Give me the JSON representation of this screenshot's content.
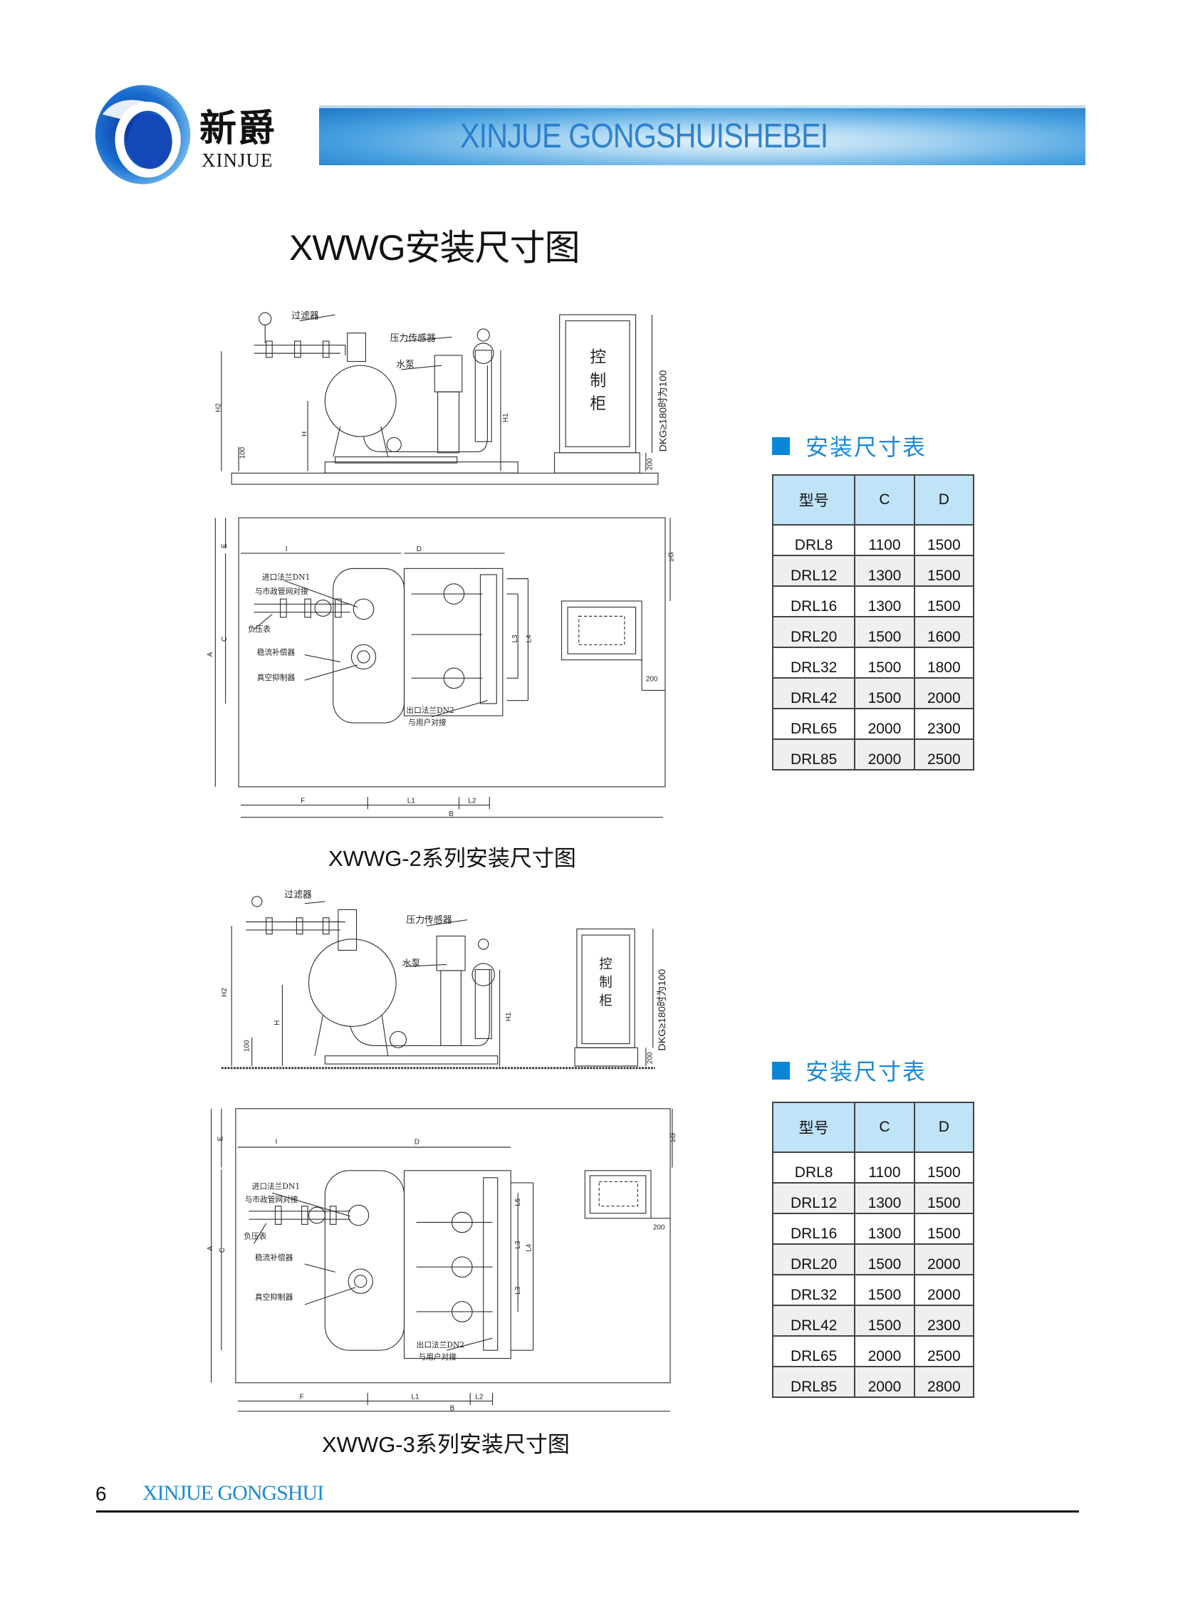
{
  "header": {
    "brand_cn": "新爵",
    "brand_en": "XINJUE",
    "banner_text": "XINJUE GONGSHUISHEBEI"
  },
  "page_title": "XWWG安装尺寸图",
  "diagram1": {
    "elevation": {
      "filter": "过滤器",
      "pressure_sensor": "压力传感器",
      "pump": "水泵",
      "cabinet": [
        "控",
        "制",
        "柜"
      ],
      "dkg_note": "DKG≥180时为100",
      "dims": {
        "h2": "H2",
        "h": "H",
        "h1": "H1",
        "d100": "100",
        "d200": "200"
      }
    },
    "plan": {
      "inlet_flange": "进口法兰DN1",
      "inlet_connect": "与市政管网对接",
      "vacuum_gauge": "负压表",
      "stabilizer": "稳流补偿器",
      "vacuum_suppressor": "真空抑制器",
      "outlet_flange": "出口法兰DN2",
      "outlet_connect": "与用户对接",
      "dims": {
        "i": "I",
        "d": "D",
        "e": "E",
        "c": "C",
        "a": "A",
        "g": "≥G",
        "l3": "L3",
        "l4": "L4",
        "d200": "200",
        "f": "F",
        "l1": "L1",
        "l2": "L2",
        "b": "B"
      }
    },
    "caption": "XWWG-2系列安装尺寸图"
  },
  "diagram2": {
    "elevation": {
      "filter": "过滤器",
      "pressure_sensor": "压力传感器",
      "pump": "水泵",
      "cabinet": [
        "控",
        "制",
        "柜"
      ],
      "dkg_note": "DKG≥180时为100",
      "dims": {
        "h2": "H2",
        "h": "H",
        "h1": "H1",
        "d100": "100",
        "d200": "200"
      }
    },
    "plan": {
      "inlet_flange": "进口法兰DN1",
      "inlet_connect": "与市政管网对接",
      "vacuum_gauge": "负压表",
      "stabilizer": "稳流补偿器",
      "vacuum_suppressor": "真空抑制器",
      "outlet_flange": "出口法兰DN2",
      "outlet_connect": "与用户对接",
      "dims": {
        "i": "I",
        "d": "D",
        "e": "E",
        "c": "C",
        "a": "A",
        "g": "≥G",
        "l5": "L5",
        "l3a": "L3",
        "l3b": "L3",
        "l4": "L4",
        "d200": "200",
        "f": "F",
        "l1": "L1",
        "l2": "L2",
        "b": "B"
      }
    },
    "caption": "XWWG-3系列安装尺寸图"
  },
  "table1": {
    "heading": "安装尺寸表",
    "columns": [
      "型号",
      "C",
      "D"
    ],
    "rows": [
      [
        "DRL8",
        "1100",
        "1500"
      ],
      [
        "DRL12",
        "1300",
        "1500"
      ],
      [
        "DRL16",
        "1300",
        "1500"
      ],
      [
        "DRL20",
        "1500",
        "1600"
      ],
      [
        "DRL32",
        "1500",
        "1800"
      ],
      [
        "DRL42",
        "1500",
        "2000"
      ],
      [
        "DRL65",
        "2000",
        "2300"
      ],
      [
        "DRL85",
        "2000",
        "2500"
      ]
    ]
  },
  "table2": {
    "heading": "安装尺寸表",
    "columns": [
      "型号",
      "C",
      "D"
    ],
    "rows": [
      [
        "DRL8",
        "1100",
        "1500"
      ],
      [
        "DRL12",
        "1300",
        "1500"
      ],
      [
        "DRL16",
        "1300",
        "1500"
      ],
      [
        "DRL20",
        "1500",
        "2000"
      ],
      [
        "DRL32",
        "1500",
        "2000"
      ],
      [
        "DRL42",
        "1500",
        "2300"
      ],
      [
        "DRL65",
        "2000",
        "2500"
      ],
      [
        "DRL85",
        "2000",
        "2800"
      ]
    ]
  },
  "footer": {
    "page_number": "6",
    "brand": "XINJUE GONGSHUI"
  },
  "colors": {
    "accent": "#0a86d8",
    "table_header": "#bfe3f7",
    "row_alt": "#efefef"
  }
}
